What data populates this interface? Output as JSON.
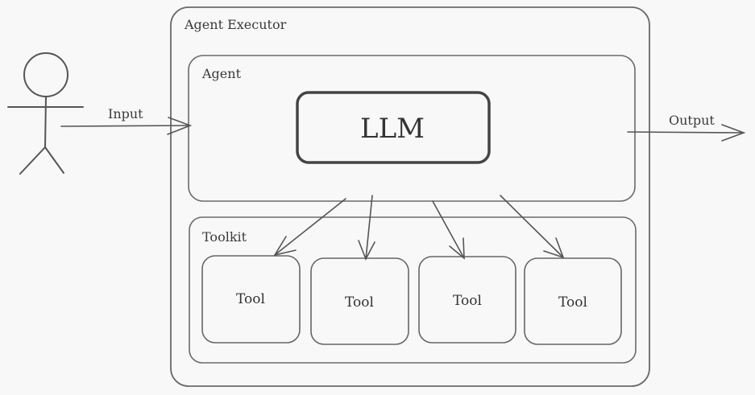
{
  "diagram": {
    "executor_label": "Agent Executor",
    "agent_label": "Agent",
    "llm_label": "LLM",
    "toolkit_label": "Toolkit",
    "input_label": "Input",
    "output_label": "Output",
    "tools": [
      "Tool",
      "Tool",
      "Tool",
      "Tool"
    ]
  },
  "colors": {
    "background": "#f8f8f8",
    "stroke": "#6a6a6a",
    "llm_stroke": "#444444",
    "text": "#333333"
  }
}
